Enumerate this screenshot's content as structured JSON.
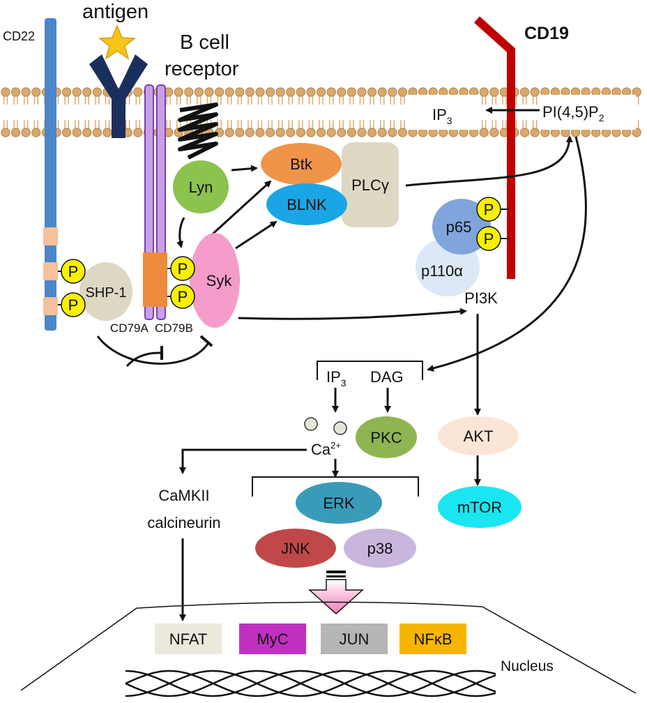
{
  "labels": {
    "antigen": "antigen",
    "bcr_line1": "B cell",
    "bcr_line2": "receptor",
    "cd22": "CD22",
    "cd19": "CD19",
    "ip3_membrane_base": "IP",
    "ip3_membrane_sub": "3",
    "pip2_base": "PI(4,5)P",
    "pip2_sub": "2",
    "lyn": "Lyn",
    "btk": "Btk",
    "blnk": "BLNK",
    "plcg": "PLCγ",
    "syk": "Syk",
    "shp1": "SHP-1",
    "cd79a": "CD79A",
    "cd79b": "CD79B",
    "p65": "p65",
    "p110a": "p110α",
    "pi3k": "PI3K",
    "phospho": "P",
    "ip3_base": "IP",
    "ip3_sub": "3",
    "dag": "DAG",
    "ca_base": "Ca",
    "ca_sup": "2+",
    "pkc": "PKC",
    "akt": "AKT",
    "mtor": "mTOR",
    "camkii": "CaMKII",
    "calcineurin": "calcineurin",
    "erk": "ERK",
    "jnk": "JNK",
    "p38": "p38",
    "nfat": "NFAT",
    "myc": "MyC",
    "jun": "JUN",
    "nfkb": "NFκB",
    "nucleus": "Nucleus"
  },
  "colors": {
    "membrane_head": "#d9a86c",
    "cd22": "#4a86c8",
    "antibody": "#1b2f5e",
    "antigen_star": "#f5c518",
    "cd19": "#c00000",
    "cd79_bar": "#c8a0e8",
    "cd79_border": "#7a3fb0",
    "cd79_orange": "#ee8a3c",
    "cd22_itim": "#f5c09a",
    "lyn": "#8cc24e",
    "btk": "#f0944a",
    "blnk": "#1aa6e6",
    "plcg": "#ddd7c4",
    "syk": "#f59ccb",
    "shp1": "#ddd7c4",
    "phospho": "#f7f000",
    "p65": "#7fa5dc",
    "p110a": "#dce8f5",
    "pkc": "#8fb552",
    "akt": "#fbe5d6",
    "mtor": "#19e6f0",
    "erk": "#3a9bb8",
    "jnk": "#c04848",
    "p38": "#c8b6dc",
    "nfat": "#ece8dc",
    "myc": "#c030c0",
    "jun": "#b5b5b5",
    "nfkb": "#f7b500",
    "ca_dot": "#e6e6d6",
    "big_arrow": "#f5b0d0"
  }
}
